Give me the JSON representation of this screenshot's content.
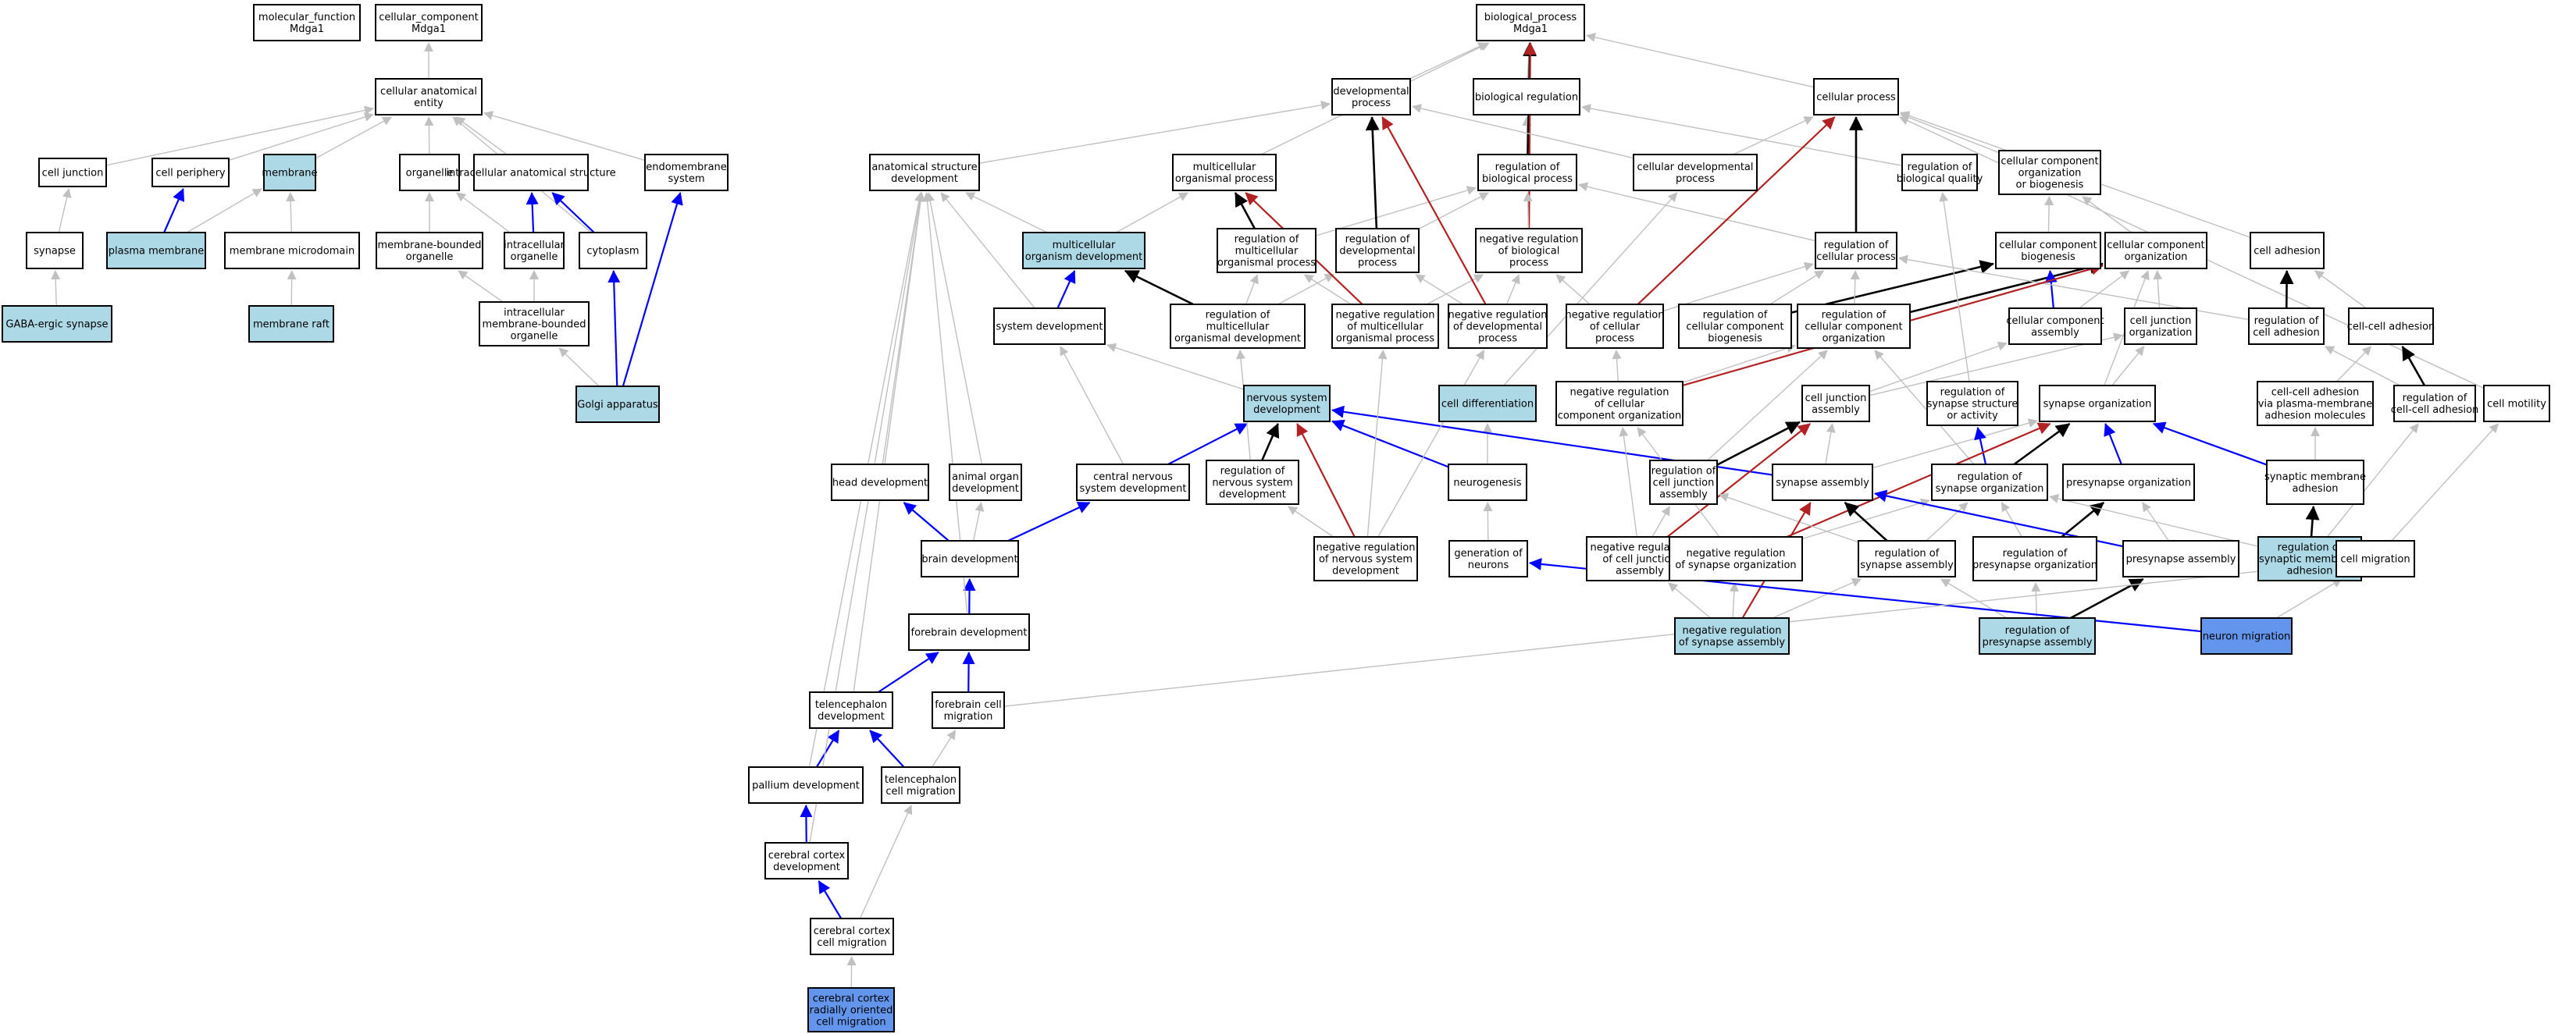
{
  "colors": {
    "white": "#ffffff",
    "light": "#add8e6",
    "strong": "#6495ed",
    "is_a": "#c0c0c0",
    "part_of": "#0000ff",
    "regulates": "#000000",
    "neg_regulates": "#b22222"
  },
  "nodes": [
    {
      "id": "mf",
      "label": [
        "molecular_function",
        "Mdga1"
      ],
      "fill": "white"
    },
    {
      "id": "cc",
      "label": [
        "cellular_component",
        "Mdga1"
      ],
      "fill": "white"
    },
    {
      "id": "bp",
      "label": [
        "biological_process",
        "Mdga1"
      ],
      "fill": "white"
    },
    {
      "id": "cae",
      "label": [
        "cellular anatomical",
        "entity"
      ],
      "fill": "white"
    },
    {
      "id": "cj",
      "label": [
        "cell junction"
      ],
      "fill": "white"
    },
    {
      "id": "cper",
      "label": [
        "cell periphery"
      ],
      "fill": "white"
    },
    {
      "id": "mem",
      "label": [
        "membrane"
      ],
      "fill": "light"
    },
    {
      "id": "org",
      "label": [
        "organelle"
      ],
      "fill": "white"
    },
    {
      "id": "ias",
      "label": [
        "intracellular anatomical structure"
      ],
      "fill": "white"
    },
    {
      "id": "ems",
      "label": [
        "endomembrane",
        "system"
      ],
      "fill": "white"
    },
    {
      "id": "syn",
      "label": [
        "synapse"
      ],
      "fill": "white"
    },
    {
      "id": "pm",
      "label": [
        "plasma membrane"
      ],
      "fill": "light"
    },
    {
      "id": "mmd",
      "label": [
        "membrane microdomain"
      ],
      "fill": "white"
    },
    {
      "id": "mbo",
      "label": [
        "membrane-bounded",
        "organelle"
      ],
      "fill": "white"
    },
    {
      "id": "io",
      "label": [
        "intracellular",
        "organelle"
      ],
      "fill": "white"
    },
    {
      "id": "cyt",
      "label": [
        "cytoplasm"
      ],
      "fill": "white"
    },
    {
      "id": "gaba",
      "label": [
        "GABA-ergic synapse"
      ],
      "fill": "light"
    },
    {
      "id": "mraft",
      "label": [
        "membrane raft"
      ],
      "fill": "light"
    },
    {
      "id": "imbo",
      "label": [
        "intracellular",
        "membrane-bounded",
        "organelle"
      ],
      "fill": "white"
    },
    {
      "id": "golgi",
      "label": [
        "Golgi apparatus"
      ],
      "fill": "light"
    },
    {
      "id": "dev",
      "label": [
        "developmental",
        "process"
      ],
      "fill": "white"
    },
    {
      "id": "breg",
      "label": [
        "biological regulation"
      ],
      "fill": "white"
    },
    {
      "id": "cproc",
      "label": [
        "cellular process"
      ],
      "fill": "white"
    },
    {
      "id": "asd",
      "label": [
        "anatomical structure",
        "development"
      ],
      "fill": "white"
    },
    {
      "id": "mop",
      "label": [
        "multicellular",
        "organismal process"
      ],
      "fill": "white"
    },
    {
      "id": "rbp",
      "label": [
        "regulation of",
        "biological process"
      ],
      "fill": "white"
    },
    {
      "id": "cdp",
      "label": [
        "cellular developmental",
        "process"
      ],
      "fill": "white"
    },
    {
      "id": "rbq",
      "label": [
        "regulation of",
        "biological quality"
      ],
      "fill": "white"
    },
    {
      "id": "ccob",
      "label": [
        "cellular component",
        "organization",
        "or biogenesis"
      ],
      "fill": "white"
    },
    {
      "id": "mod",
      "label": [
        "multicellular",
        "organism development"
      ],
      "fill": "light"
    },
    {
      "id": "rmop",
      "label": [
        "regulation of",
        "multicellular",
        "organismal process"
      ],
      "fill": "white"
    },
    {
      "id": "rdp",
      "label": [
        "regulation of",
        "developmental",
        "process"
      ],
      "fill": "white"
    },
    {
      "id": "nrbp",
      "label": [
        "negative regulation",
        "of biological",
        "process"
      ],
      "fill": "white"
    },
    {
      "id": "rcp",
      "label": [
        "regulation of",
        "cellular process"
      ],
      "fill": "white"
    },
    {
      "id": "ccb",
      "label": [
        "cellular component",
        "biogenesis"
      ],
      "fill": "white"
    },
    {
      "id": "cco",
      "label": [
        "cellular component",
        "organization"
      ],
      "fill": "white"
    },
    {
      "id": "cadh",
      "label": [
        "cell adhesion"
      ],
      "fill": "white"
    },
    {
      "id": "sysdev",
      "label": [
        "system development"
      ],
      "fill": "white"
    },
    {
      "id": "rmod",
      "label": [
        "regulation of",
        "multicellular",
        "organismal development"
      ],
      "fill": "white"
    },
    {
      "id": "nrmop",
      "label": [
        "negative regulation",
        "of multicellular",
        "organismal process"
      ],
      "fill": "white"
    },
    {
      "id": "nrdp",
      "label": [
        "negative regulation",
        "of developmental",
        "process"
      ],
      "fill": "white"
    },
    {
      "id": "nrcp",
      "label": [
        "negative regulation",
        "of cellular",
        "process"
      ],
      "fill": "white"
    },
    {
      "id": "rccb",
      "label": [
        "regulation of",
        "cellular component",
        "biogenesis"
      ],
      "fill": "white"
    },
    {
      "id": "rcco",
      "label": [
        "regulation of",
        "cellular component",
        "organization"
      ],
      "fill": "white"
    },
    {
      "id": "cca",
      "label": [
        "cellular component",
        "assembly"
      ],
      "fill": "white"
    },
    {
      "id": "cjo",
      "label": [
        "cell junction",
        "organization"
      ],
      "fill": "white"
    },
    {
      "id": "rcadh",
      "label": [
        "regulation of",
        "cell adhesion"
      ],
      "fill": "white"
    },
    {
      "id": "ccadh",
      "label": [
        "cell-cell adhesion"
      ],
      "fill": "white"
    },
    {
      "id": "nsd",
      "label": [
        "nervous system",
        "development"
      ],
      "fill": "light"
    },
    {
      "id": "cdiff",
      "label": [
        "cell differentiation"
      ],
      "fill": "light"
    },
    {
      "id": "nrcco",
      "label": [
        "negative regulation",
        "of cellular",
        "component organization"
      ],
      "fill": "white"
    },
    {
      "id": "cja",
      "label": [
        "cell junction",
        "assembly"
      ],
      "fill": "white"
    },
    {
      "id": "rssa",
      "label": [
        "regulation of",
        "synapse structure",
        "or activity"
      ],
      "fill": "white"
    },
    {
      "id": "so",
      "label": [
        "synapse organization"
      ],
      "fill": "white"
    },
    {
      "id": "ccam",
      "label": [
        "cell-cell adhesion",
        "via plasma-membrane",
        "adhesion molecules"
      ],
      "fill": "white"
    },
    {
      "id": "rccadh",
      "label": [
        "regulation of",
        "cell-cell adhesion"
      ],
      "fill": "white"
    },
    {
      "id": "cmot",
      "label": [
        "cell motility"
      ],
      "fill": "white"
    },
    {
      "id": "hd",
      "label": [
        "head development"
      ],
      "fill": "white"
    },
    {
      "id": "aod",
      "label": [
        "animal organ",
        "development"
      ],
      "fill": "white"
    },
    {
      "id": "cnsd",
      "label": [
        "central nervous",
        "system development"
      ],
      "fill": "white"
    },
    {
      "id": "rnsd",
      "label": [
        "regulation of",
        "nervous system",
        "development"
      ],
      "fill": "white"
    },
    {
      "id": "neurog",
      "label": [
        "neurogenesis"
      ],
      "fill": "white"
    },
    {
      "id": "rcja",
      "label": [
        "regulation of",
        "cell junction",
        "assembly"
      ],
      "fill": "white"
    },
    {
      "id": "sa",
      "label": [
        "synapse assembly"
      ],
      "fill": "white"
    },
    {
      "id": "rso",
      "label": [
        "regulation of",
        "synapse organization"
      ],
      "fill": "white"
    },
    {
      "id": "preso",
      "label": [
        "presynapse organization"
      ],
      "fill": "white"
    },
    {
      "id": "sma",
      "label": [
        "synaptic membrane",
        "adhesion"
      ],
      "fill": "white"
    },
    {
      "id": "bd",
      "label": [
        "brain development"
      ],
      "fill": "white"
    },
    {
      "id": "gn",
      "label": [
        "generation of",
        "neurons"
      ],
      "fill": "white"
    },
    {
      "id": "nrnsd",
      "label": [
        "negative regulation",
        "of nervous system",
        "development"
      ],
      "fill": "white"
    },
    {
      "id": "nrcja",
      "label": [
        "negative regulation",
        "of cell junction",
        "assembly"
      ],
      "fill": "white"
    },
    {
      "id": "nrso",
      "label": [
        "negative regulation",
        "of synapse organization"
      ],
      "fill": "white"
    },
    {
      "id": "rsa",
      "label": [
        "regulation of",
        "synapse assembly"
      ],
      "fill": "white"
    },
    {
      "id": "rpreso",
      "label": [
        "regulation of",
        "presynapse organization"
      ],
      "fill": "white"
    },
    {
      "id": "presa",
      "label": [
        "presynapse assembly"
      ],
      "fill": "white"
    },
    {
      "id": "rsma",
      "label": [
        "regulation of",
        "synaptic membrane",
        "adhesion"
      ],
      "fill": "light"
    },
    {
      "id": "cmig",
      "label": [
        "cell migration"
      ],
      "fill": "white"
    },
    {
      "id": "fd",
      "label": [
        "forebrain development"
      ],
      "fill": "white"
    },
    {
      "id": "nrsa",
      "label": [
        "negative regulation",
        "of synapse assembly"
      ],
      "fill": "light"
    },
    {
      "id": "rpresa",
      "label": [
        "regulation of",
        "presynapse assembly"
      ],
      "fill": "light"
    },
    {
      "id": "nmig",
      "label": [
        "neuron migration"
      ],
      "fill": "strong"
    },
    {
      "id": "td",
      "label": [
        "telencephalon",
        "development"
      ],
      "fill": "white"
    },
    {
      "id": "fcm",
      "label": [
        "forebrain cell",
        "migration"
      ],
      "fill": "white"
    },
    {
      "id": "pd",
      "label": [
        "pallium development"
      ],
      "fill": "white"
    },
    {
      "id": "tcm",
      "label": [
        "telencephalon",
        "cell migration"
      ],
      "fill": "white"
    },
    {
      "id": "ccd",
      "label": [
        "cerebral cortex",
        "development"
      ],
      "fill": "white"
    },
    {
      "id": "cccm",
      "label": [
        "cerebral cortex",
        "cell migration"
      ],
      "fill": "white"
    },
    {
      "id": "ccrocm",
      "label": [
        "cerebral cortex",
        "radially oriented",
        "cell migration"
      ],
      "fill": "strong"
    }
  ],
  "edges": [
    [
      "cae",
      "cc",
      "is_a"
    ],
    [
      "cj",
      "cae",
      "is_a"
    ],
    [
      "cper",
      "cae",
      "is_a"
    ],
    [
      "mem",
      "cae",
      "is_a"
    ],
    [
      "org",
      "cae",
      "is_a"
    ],
    [
      "ias",
      "cae",
      "is_a"
    ],
    [
      "ems",
      "cae",
      "is_a"
    ],
    [
      "cyt",
      "cae",
      "is_a"
    ],
    [
      "syn",
      "cj",
      "is_a"
    ],
    [
      "pm",
      "cper",
      "part_of"
    ],
    [
      "pm",
      "mem",
      "is_a"
    ],
    [
      "mmd",
      "mem",
      "is_a"
    ],
    [
      "mbo",
      "org",
      "is_a"
    ],
    [
      "io",
      "org",
      "is_a"
    ],
    [
      "io",
      "ias",
      "part_of"
    ],
    [
      "cyt",
      "ias",
      "part_of"
    ],
    [
      "gaba",
      "syn",
      "is_a"
    ],
    [
      "mraft",
      "mmd",
      "is_a"
    ],
    [
      "imbo",
      "mbo",
      "is_a"
    ],
    [
      "imbo",
      "io",
      "is_a"
    ],
    [
      "golgi",
      "imbo",
      "is_a"
    ],
    [
      "golgi",
      "cyt",
      "part_of"
    ],
    [
      "golgi",
      "ems",
      "part_of"
    ],
    [
      "dev",
      "bp",
      "is_a"
    ],
    [
      "breg",
      "bp",
      "is_a"
    ],
    [
      "cproc",
      "bp",
      "is_a"
    ],
    [
      "mop",
      "bp",
      "is_a"
    ],
    [
      "rbp",
      "breg",
      "is_a"
    ],
    [
      "rbp",
      "bp",
      "regulates"
    ],
    [
      "nrbp",
      "bp",
      "neg_regulates"
    ],
    [
      "asd",
      "dev",
      "is_a"
    ],
    [
      "cdp",
      "dev",
      "is_a"
    ],
    [
      "cdp",
      "cproc",
      "is_a"
    ],
    [
      "rbq",
      "breg",
      "is_a"
    ],
    [
      "ccob",
      "cproc",
      "is_a"
    ],
    [
      "cadh",
      "cproc",
      "is_a"
    ],
    [
      "cmot",
      "cproc",
      "is_a"
    ],
    [
      "mod",
      "asd",
      "is_a"
    ],
    [
      "mod",
      "mop",
      "is_a"
    ],
    [
      "rmop",
      "mop",
      "regulates"
    ],
    [
      "rmop",
      "rbp",
      "is_a"
    ],
    [
      "rdp",
      "dev",
      "regulates"
    ],
    [
      "rdp",
      "rbp",
      "is_a"
    ],
    [
      "nrbp",
      "rbp",
      "is_a"
    ],
    [
      "rcp",
      "rbp",
      "is_a"
    ],
    [
      "rcp",
      "cproc",
      "regulates"
    ],
    [
      "ccb",
      "ccob",
      "is_a"
    ],
    [
      "cco",
      "ccob",
      "is_a"
    ],
    [
      "sysdev",
      "asd",
      "is_a"
    ],
    [
      "sysdev",
      "mod",
      "part_of"
    ],
    [
      "rmod",
      "mod",
      "regulates"
    ],
    [
      "rmod",
      "rmop",
      "is_a"
    ],
    [
      "rmod",
      "rdp",
      "is_a"
    ],
    [
      "nrmop",
      "mop",
      "neg_regulates"
    ],
    [
      "nrmop",
      "rmop",
      "is_a"
    ],
    [
      "nrmop",
      "nrbp",
      "is_a"
    ],
    [
      "nrdp",
      "dev",
      "neg_regulates"
    ],
    [
      "nrdp",
      "rdp",
      "is_a"
    ],
    [
      "nrdp",
      "nrbp",
      "is_a"
    ],
    [
      "nrcp",
      "nrbp",
      "is_a"
    ],
    [
      "nrcp",
      "rcp",
      "is_a"
    ],
    [
      "nrcp",
      "cproc",
      "neg_regulates"
    ],
    [
      "rccb",
      "rcp",
      "is_a"
    ],
    [
      "rccb",
      "ccb",
      "regulates"
    ],
    [
      "rcco",
      "rcp",
      "is_a"
    ],
    [
      "rcco",
      "cco",
      "regulates"
    ],
    [
      "cca",
      "ccb",
      "part_of"
    ],
    [
      "cca",
      "cco",
      "is_a"
    ],
    [
      "cjo",
      "cco",
      "is_a"
    ],
    [
      "rcadh",
      "cadh",
      "regulates"
    ],
    [
      "rcadh",
      "rcp",
      "is_a"
    ],
    [
      "ccadh",
      "cadh",
      "is_a"
    ],
    [
      "nsd",
      "sysdev",
      "is_a"
    ],
    [
      "cdiff",
      "cdp",
      "is_a"
    ],
    [
      "nrcco",
      "rcco",
      "is_a"
    ],
    [
      "nrcco",
      "nrcp",
      "is_a"
    ],
    [
      "nrcco",
      "cco",
      "neg_regulates"
    ],
    [
      "cja",
      "cca",
      "is_a"
    ],
    [
      "cja",
      "cjo",
      "is_a"
    ],
    [
      "rssa",
      "rbq",
      "is_a"
    ],
    [
      "so",
      "cjo",
      "is_a"
    ],
    [
      "so",
      "cco",
      "is_a"
    ],
    [
      "ccam",
      "ccadh",
      "is_a"
    ],
    [
      "rccadh",
      "rcadh",
      "is_a"
    ],
    [
      "rccadh",
      "ccadh",
      "regulates"
    ],
    [
      "hd",
      "asd",
      "is_a"
    ],
    [
      "aod",
      "asd",
      "is_a"
    ],
    [
      "cnsd",
      "sysdev",
      "is_a"
    ],
    [
      "cnsd",
      "nsd",
      "part_of"
    ],
    [
      "rnsd",
      "nsd",
      "regulates"
    ],
    [
      "rnsd",
      "rmod",
      "is_a"
    ],
    [
      "neurog",
      "cdiff",
      "is_a"
    ],
    [
      "neurog",
      "nsd",
      "part_of"
    ],
    [
      "rcja",
      "cja",
      "regulates"
    ],
    [
      "rcja",
      "rcco",
      "is_a"
    ],
    [
      "sa",
      "cja",
      "is_a"
    ],
    [
      "sa",
      "so",
      "is_a"
    ],
    [
      "sa",
      "nsd",
      "part_of"
    ],
    [
      "rso",
      "so",
      "regulates"
    ],
    [
      "rso",
      "rcco",
      "is_a"
    ],
    [
      "rso",
      "rssa",
      "part_of"
    ],
    [
      "preso",
      "so",
      "part_of"
    ],
    [
      "sma",
      "so",
      "part_of"
    ],
    [
      "sma",
      "ccam",
      "is_a"
    ],
    [
      "bd",
      "hd",
      "part_of"
    ],
    [
      "bd",
      "aod",
      "is_a"
    ],
    [
      "bd",
      "cnsd",
      "part_of"
    ],
    [
      "gn",
      "neurog",
      "is_a"
    ],
    [
      "nrnsd",
      "nsd",
      "neg_regulates"
    ],
    [
      "nrnsd",
      "rnsd",
      "is_a"
    ],
    [
      "nrnsd",
      "nrmop",
      "is_a"
    ],
    [
      "nrnsd",
      "nrdp",
      "is_a"
    ],
    [
      "nrcja",
      "cja",
      "neg_regulates"
    ],
    [
      "nrcja",
      "rcja",
      "is_a"
    ],
    [
      "nrcja",
      "nrcco",
      "is_a"
    ],
    [
      "nrso",
      "so",
      "neg_regulates"
    ],
    [
      "nrso",
      "rso",
      "is_a"
    ],
    [
      "nrso",
      "nrcco",
      "is_a"
    ],
    [
      "rsa",
      "sa",
      "regulates"
    ],
    [
      "rsa",
      "rcja",
      "is_a"
    ],
    [
      "rsa",
      "rso",
      "is_a"
    ],
    [
      "rpreso",
      "preso",
      "regulates"
    ],
    [
      "rpreso",
      "rso",
      "is_a"
    ],
    [
      "presa",
      "sa",
      "part_of"
    ],
    [
      "presa",
      "preso",
      "is_a"
    ],
    [
      "rsma",
      "sma",
      "regulates"
    ],
    [
      "rsma",
      "rccadh",
      "is_a"
    ],
    [
      "rsma",
      "rso",
      "is_a"
    ],
    [
      "cmig",
      "cmot",
      "is_a"
    ],
    [
      "fd",
      "bd",
      "part_of"
    ],
    [
      "fd",
      "asd",
      "is_a"
    ],
    [
      "nrsa",
      "sa",
      "neg_regulates"
    ],
    [
      "nrsa",
      "rsa",
      "is_a"
    ],
    [
      "nrsa",
      "nrcja",
      "is_a"
    ],
    [
      "nrsa",
      "nrso",
      "is_a"
    ],
    [
      "rpresa",
      "presa",
      "regulates"
    ],
    [
      "rpresa",
      "rsa",
      "is_a"
    ],
    [
      "rpresa",
      "rpreso",
      "is_a"
    ],
    [
      "nmig",
      "gn",
      "part_of"
    ],
    [
      "nmig",
      "cmig",
      "is_a"
    ],
    [
      "td",
      "fd",
      "part_of"
    ],
    [
      "td",
      "asd",
      "is_a"
    ],
    [
      "fcm",
      "fd",
      "part_of"
    ],
    [
      "fcm",
      "cmig",
      "is_a"
    ],
    [
      "pd",
      "td",
      "part_of"
    ],
    [
      "pd",
      "asd",
      "is_a"
    ],
    [
      "tcm",
      "td",
      "part_of"
    ],
    [
      "tcm",
      "fcm",
      "is_a"
    ],
    [
      "ccd",
      "pd",
      "part_of"
    ],
    [
      "ccd",
      "asd",
      "is_a"
    ],
    [
      "cccm",
      "ccd",
      "part_of"
    ],
    [
      "cccm",
      "tcm",
      "is_a"
    ],
    [
      "ccrocm",
      "cccm",
      "is_a"
    ]
  ]
}
